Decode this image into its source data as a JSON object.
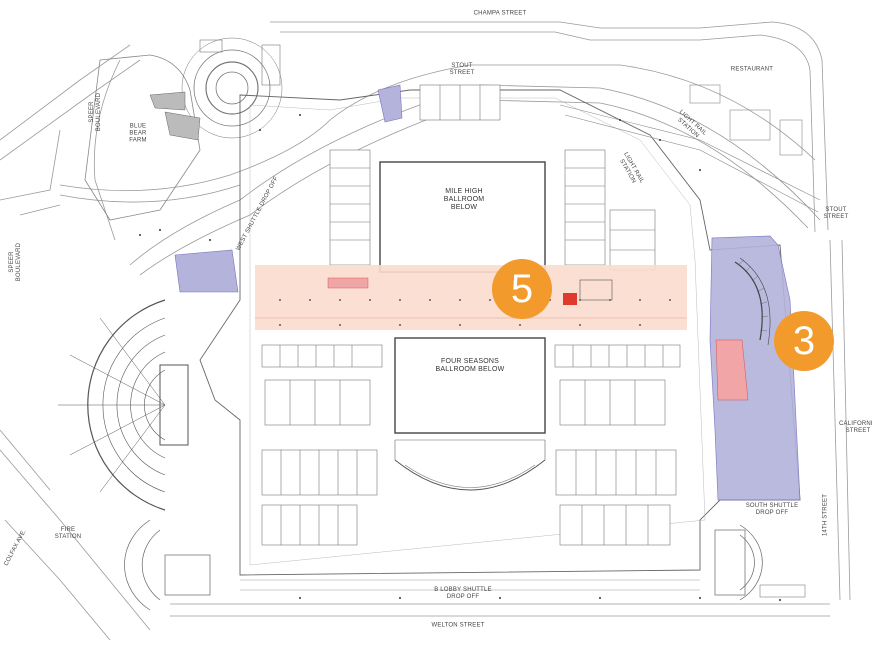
{
  "streets": {
    "champa": "CHAMPA STREET",
    "stout_top": "STOUT STREET",
    "stout_right": "STOUT STREET",
    "welton": "WELTON STREET",
    "california": "CALIFORNIA STREET",
    "fourteenth": "14TH STREET",
    "speer": "SPEER BOULEVARD",
    "speer2": "SPEER BOULEVARD",
    "colfax": "COLFAX AVE.",
    "west_shuttle": "WEST SHUTTLE DROP OFF",
    "light_rail": "LIGHT RAIL STATION",
    "light_rail2": "LIGHT RAIL STATION"
  },
  "places": {
    "blue_bear": "BLUE BEAR FARM",
    "restaurant": "RESTAURANT",
    "fire_station": "FIRE STATION",
    "south_shuttle": "SOUTH SHUTTLE DROP OFF",
    "b_lobby_shuttle": "B LOBBY SHUTTLE DROP OFF",
    "mile_high": "MILE HIGH BALLROOM BELOW",
    "four_seasons": "FOUR SEASONS BALLROOM BELOW"
  },
  "markers": {
    "m5": "5",
    "m3": "3"
  },
  "colors": {
    "marker": "#f39a2c",
    "concourse": "#f9dccd",
    "purple_zone": "#b3b3dc",
    "pink_zone": "#f1a5a6",
    "red_accent": "#e0392d"
  }
}
